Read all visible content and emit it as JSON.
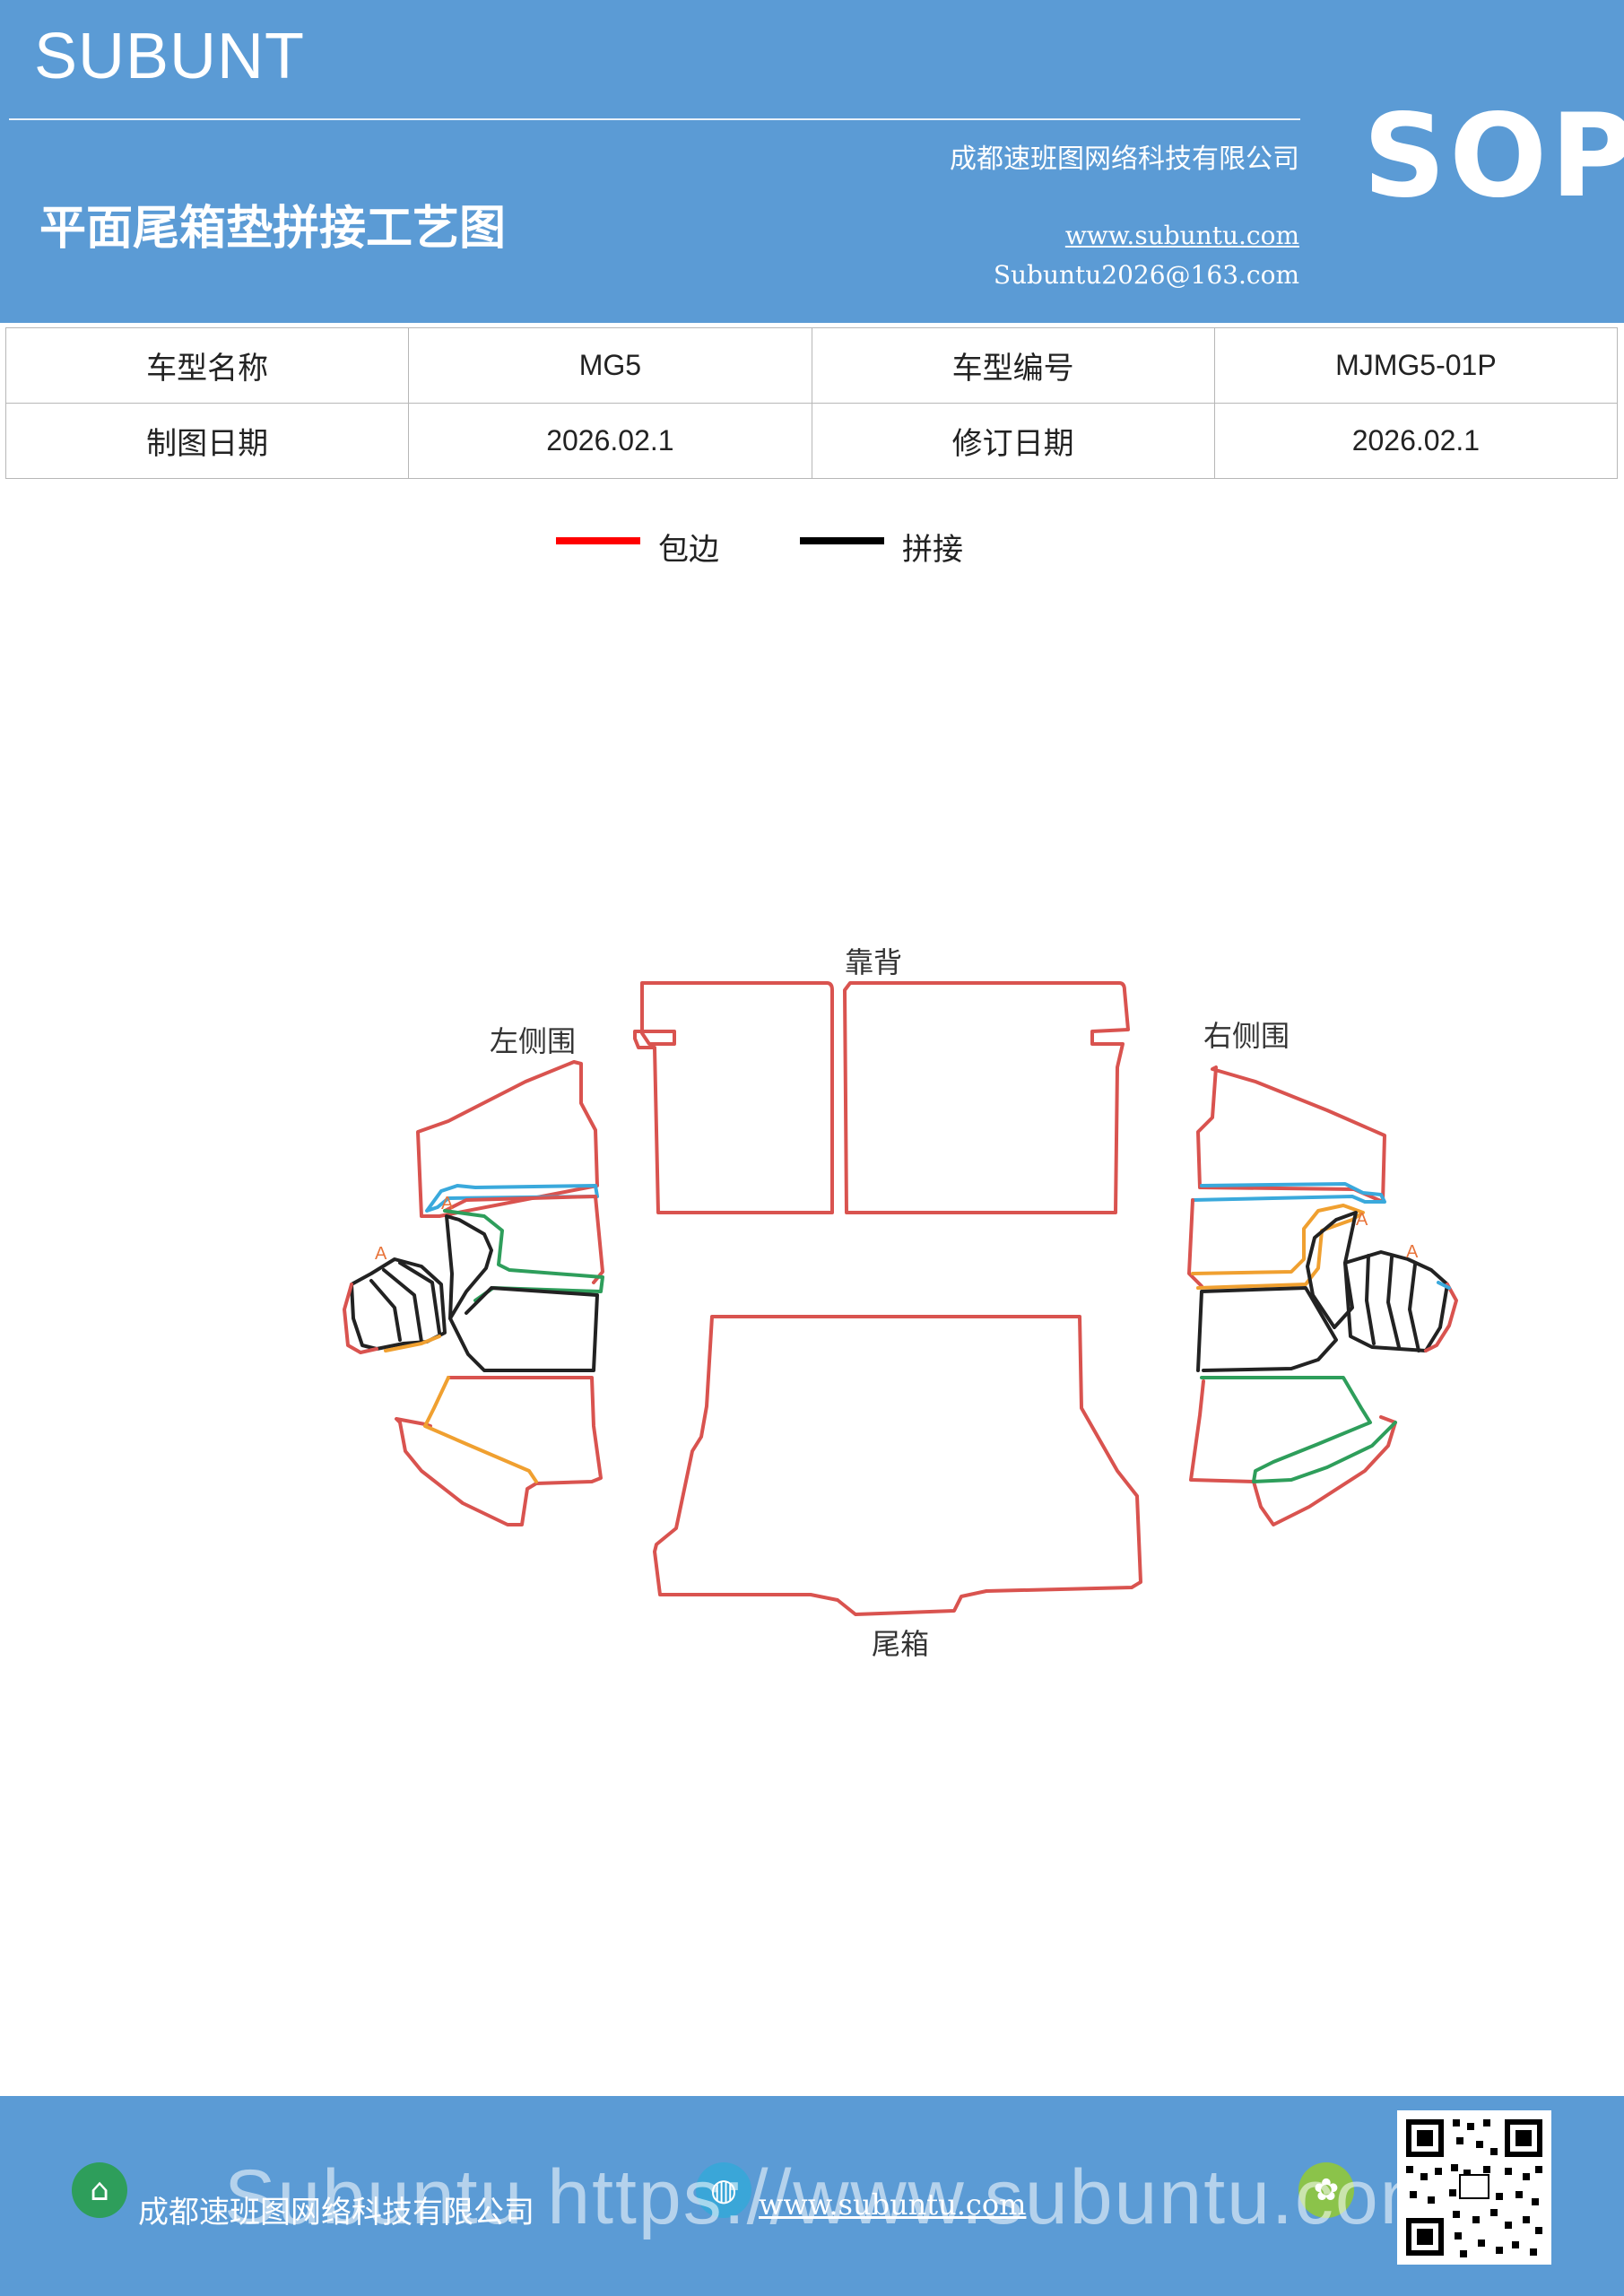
{
  "header": {
    "brand": "SUBUNT",
    "title": "平面尾箱垫拼接工艺图",
    "company": "成都速班图网络科技有限公司",
    "website": "www.subuntu.com",
    "email": "Subuntu2026@163.com",
    "badge": "SOP"
  },
  "info_table": {
    "model_name_label": "车型名称",
    "model_name_value": "MG5",
    "model_code_label": "车型编号",
    "model_code_value": "MJMG5-01P",
    "draw_date_label": "制图日期",
    "draw_date_value": "2026.02.1",
    "revise_date_label": "修订日期",
    "revise_date_value": "2026.02.1"
  },
  "legend": {
    "items": [
      {
        "label": "包边",
        "color": "#ff0000"
      },
      {
        "label": "拼接",
        "color": "#000000"
      }
    ]
  },
  "diagram": {
    "labels": {
      "backrest": "靠背",
      "left_side": "左侧围",
      "right_side": "右侧围",
      "trunk": "尾箱"
    },
    "colors": {
      "edge": "#d9534f",
      "blue": "#3aa9dc",
      "green": "#2e9e5b",
      "orange": "#f0a030",
      "black": "#222222"
    }
  },
  "footer": {
    "company": "成都速班图网络科技有限公司",
    "website": "www.subuntu.com",
    "watermark": "Subuntu https://www.subuntu.com",
    "icons": [
      "building-icon",
      "globe-icon",
      "wechat-icon"
    ]
  }
}
